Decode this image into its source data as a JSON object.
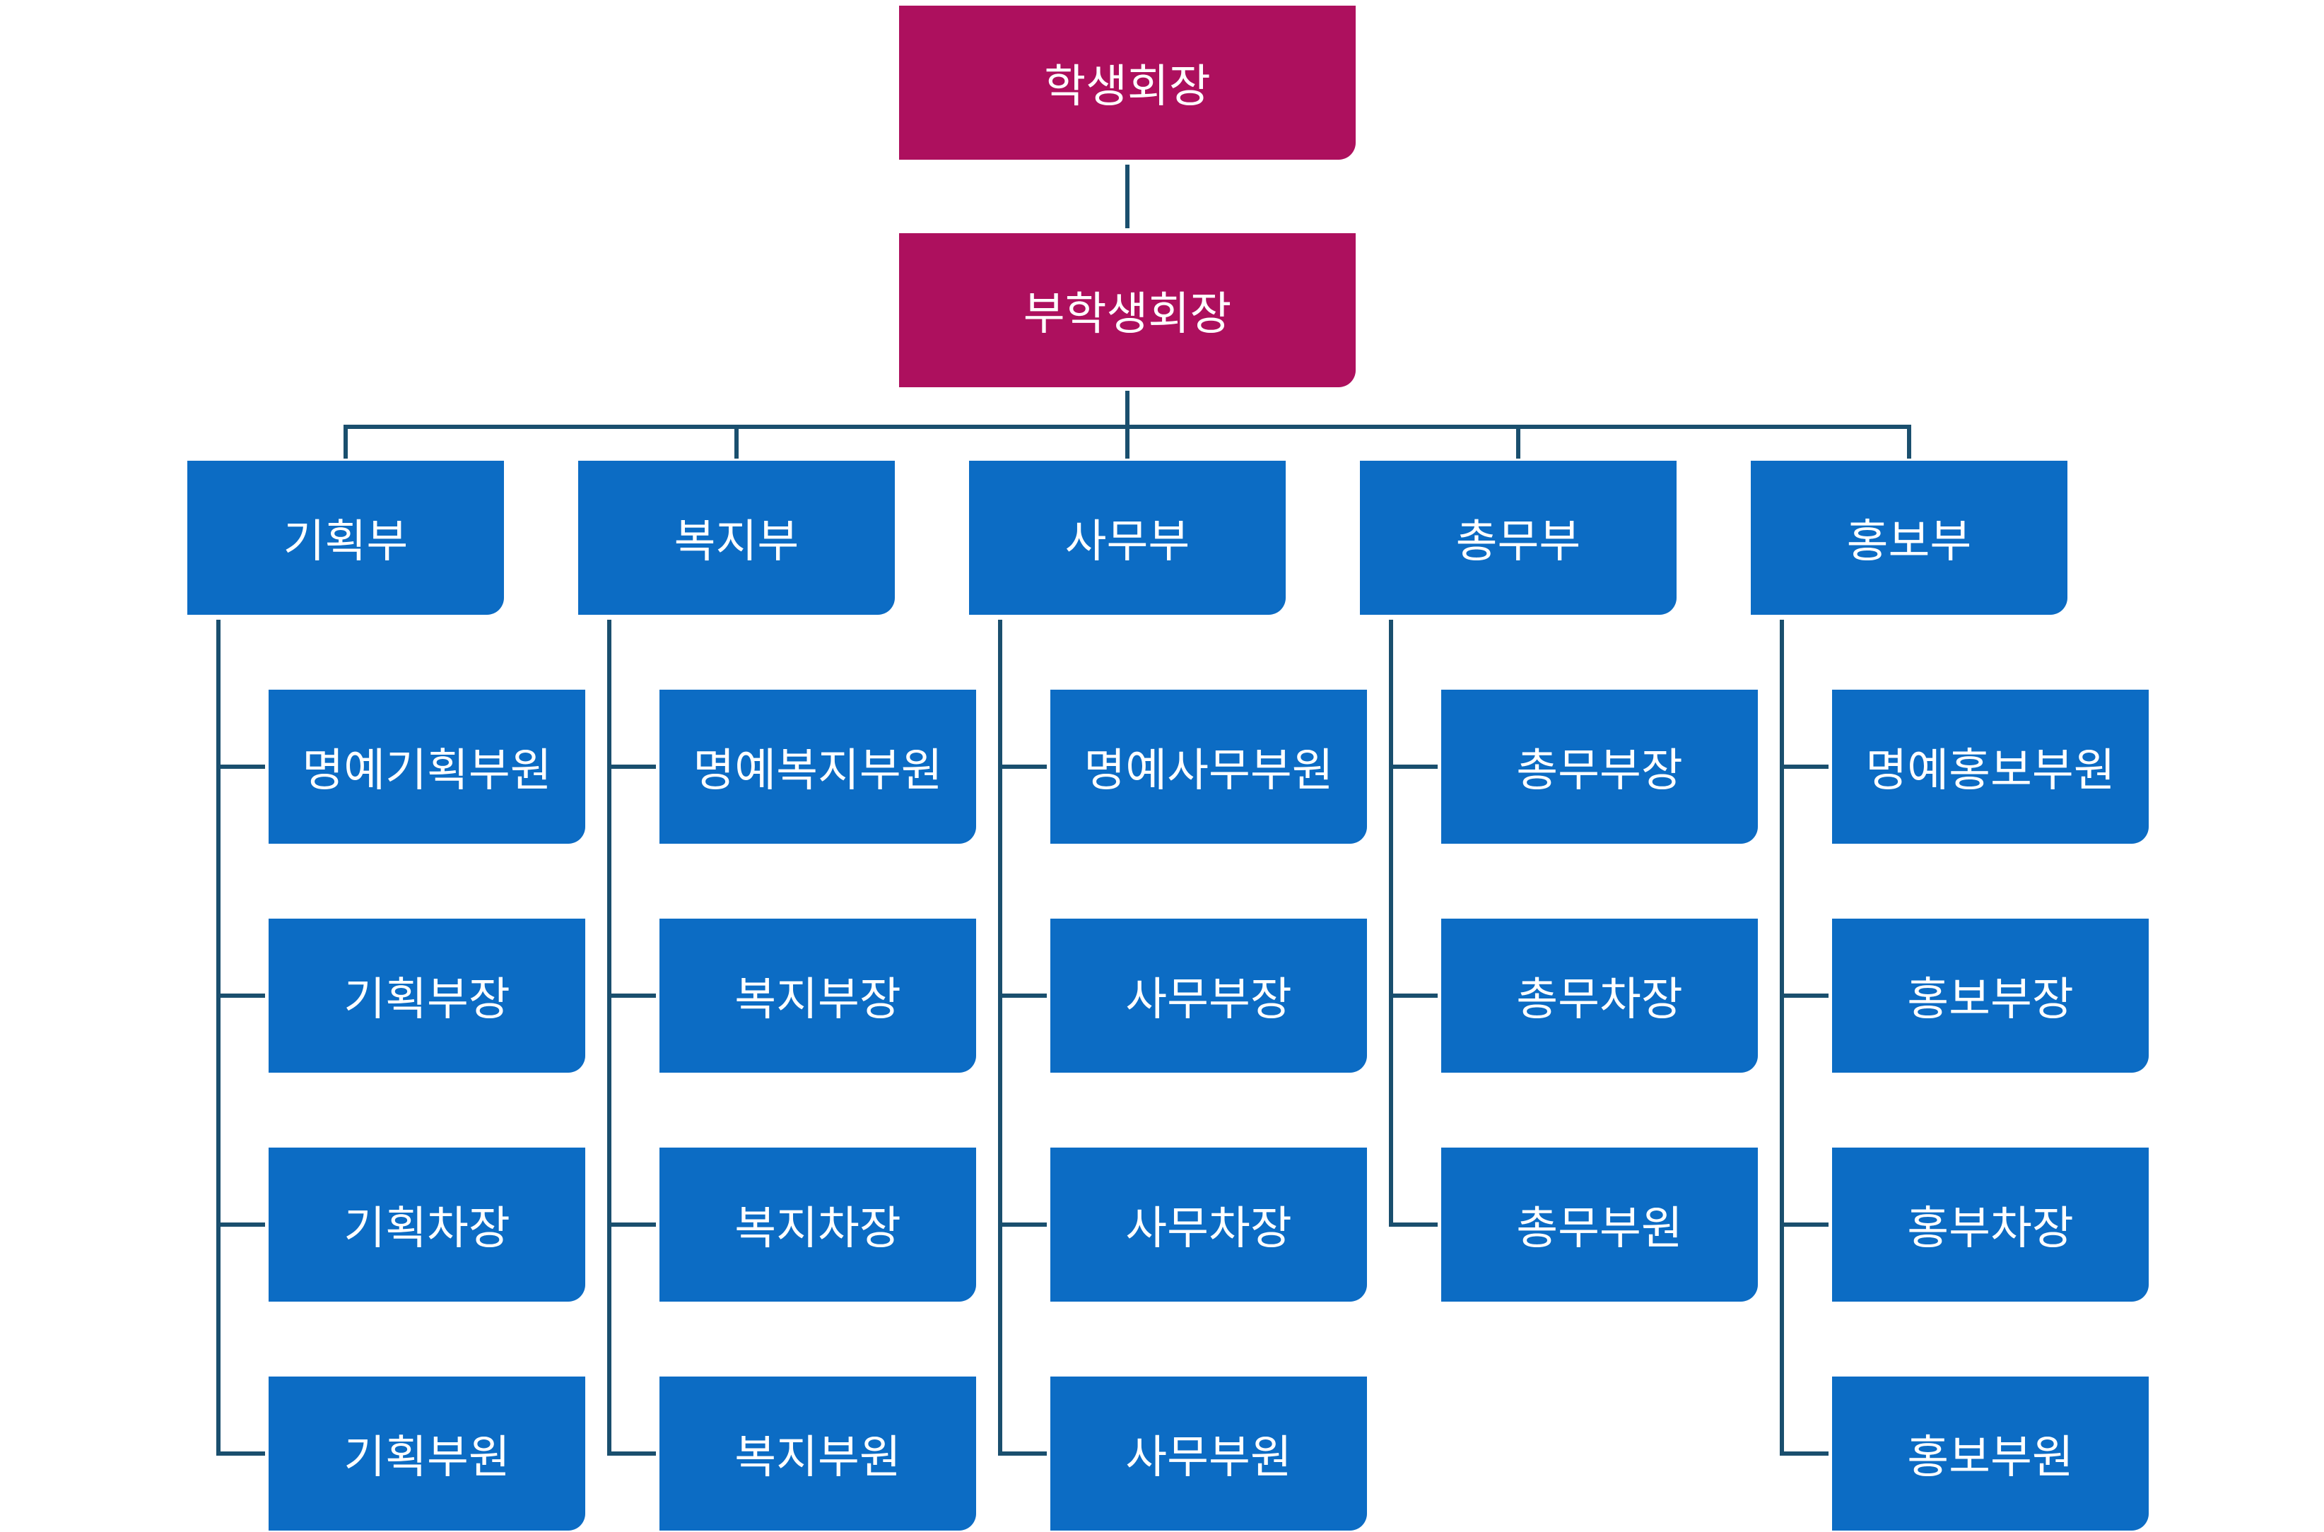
{
  "org_chart": {
    "president": "학생회장",
    "vice_president": "부학생회장",
    "departments": [
      {
        "name": "기획부",
        "roles": [
          "명예기획부원",
          "기획부장",
          "기획차장",
          "기획부원"
        ]
      },
      {
        "name": "복지부",
        "roles": [
          "명예복지부원",
          "복지부장",
          "복지차장",
          "복지부원"
        ]
      },
      {
        "name": "사무부",
        "roles": [
          "명예사무부원",
          "사무부장",
          "사무차장",
          "사무부원"
        ]
      },
      {
        "name": "총무부",
        "roles": [
          "총무부장",
          "총무차장",
          "총무부원"
        ]
      },
      {
        "name": "홍보부",
        "roles": [
          "명예홍보부원",
          "홍보부장",
          "홍부차장",
          "홍보부원"
        ]
      }
    ]
  },
  "colors": {
    "leader_fill": "#ad105e",
    "box_fill": "#0c6cc4",
    "connector": "#1a4f6e",
    "text": "#ffffff"
  }
}
